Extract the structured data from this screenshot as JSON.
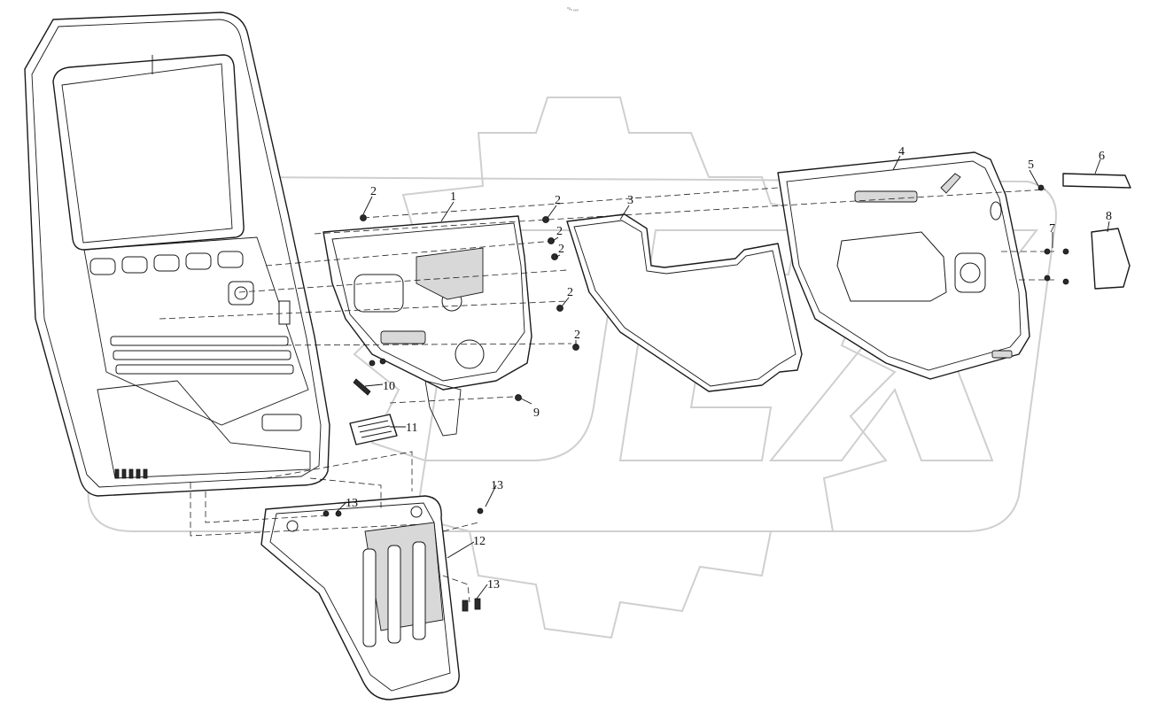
{
  "header": {
    "mark": "°²ₙ ₒₒₒ"
  },
  "callouts": [
    {
      "id": "c1",
      "text": "1"
    },
    {
      "id": "c2a",
      "text": "2"
    },
    {
      "id": "c2b",
      "text": "2"
    },
    {
      "id": "c2c",
      "text": "2"
    },
    {
      "id": "c2d",
      "text": "2"
    },
    {
      "id": "c2e",
      "text": "2"
    },
    {
      "id": "c2f",
      "text": "2"
    },
    {
      "id": "c3",
      "text": "3"
    },
    {
      "id": "c4",
      "text": "4"
    },
    {
      "id": "c5",
      "text": "5"
    },
    {
      "id": "c6",
      "text": "6"
    },
    {
      "id": "c7",
      "text": "7"
    },
    {
      "id": "c8",
      "text": "8"
    },
    {
      "id": "c9",
      "text": "9"
    },
    {
      "id": "c10",
      "text": "10"
    },
    {
      "id": "c11",
      "text": "11"
    },
    {
      "id": "c12",
      "text": "12"
    },
    {
      "id": "c13a",
      "text": "13"
    },
    {
      "id": "c13b",
      "text": "13"
    },
    {
      "id": "c13c",
      "text": "13"
    }
  ],
  "colors": {
    "line": "#1a1a1a",
    "watermark": "#cfcfcf",
    "background": "#ffffff"
  }
}
